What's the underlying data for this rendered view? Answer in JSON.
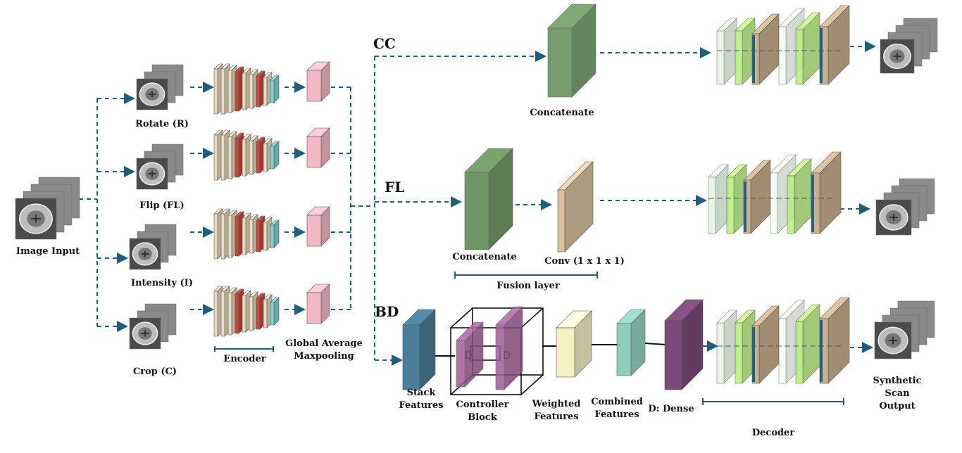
{
  "input": {
    "label": "Image Input"
  },
  "augmentations": [
    {
      "label": "Rotate (R)"
    },
    {
      "label": "Flip (FL)"
    },
    {
      "label": "Intensity (I)"
    },
    {
      "label": "Crop (C)"
    }
  ],
  "encoder": {
    "label": "Encoder"
  },
  "pooling": {
    "line1": "Global Average",
    "line2": "Maxpooling"
  },
  "branches": {
    "cc": "CC",
    "fl": "FL",
    "bd": "BD"
  },
  "cc": {
    "concat_label": "Concatenate"
  },
  "fl": {
    "concat_label": "Concatenate",
    "conv_label": "Conv  (1 x 1 x 1)",
    "fusion_label": "Fusion layer"
  },
  "bd": {
    "stack_line1": "Stack",
    "stack_line2": "Features",
    "controller_line1": "Controller",
    "controller_line2": "Block",
    "controller_d_label": "D",
    "weighted_line1": "Weighted",
    "weighted_line2": "Features",
    "combined_line1": "Combined",
    "combined_line2": "Features",
    "dense_label": "D: Dense"
  },
  "decoder": {
    "label": "Decoder"
  },
  "output": {
    "line1": "Synthetic",
    "line2": "Scan",
    "line3": "Output"
  },
  "colors": {
    "arrow": "#1f5f7a",
    "encoder_tan": "#e8dcc0",
    "encoder_red": "#c8473f",
    "encoder_cyan": "#7fd3d3",
    "pool_pink": "#f2b8c6",
    "concat_green": "#5f8a55",
    "conv_tan": "#d8c3a0",
    "stack_blue": "#4a7d99",
    "controller_purple": "#a05c96",
    "weighted_yellow": "#f6f0c4",
    "combined_teal": "#86c7b6",
    "dense_purple": "#7a4a78",
    "decoder_lightgreen": "#b7ef7a",
    "decoder_brown": "#c9b08e"
  }
}
